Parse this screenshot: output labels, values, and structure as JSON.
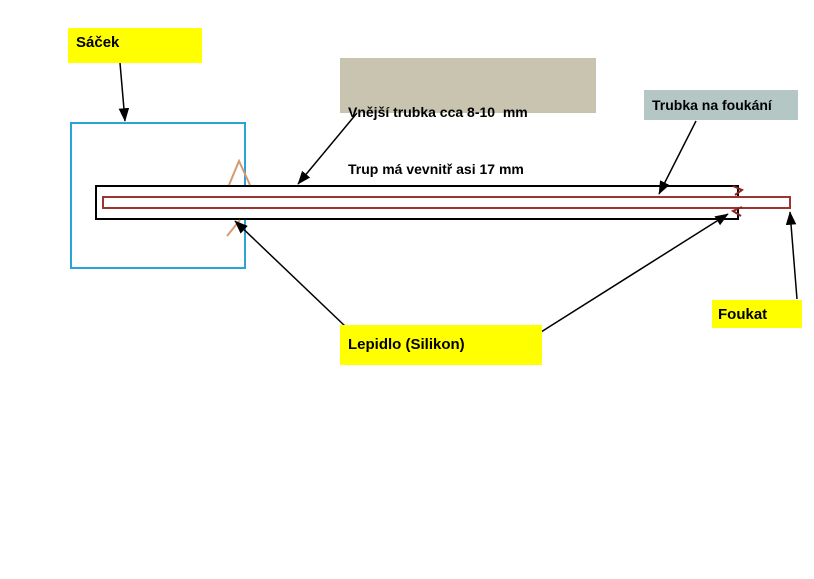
{
  "diagram": {
    "annotations": {
      "bag_label": "Sáček",
      "outer_tube_label_line1": "Vnější trubka cca 8-10  mm",
      "outer_tube_label_line2": "Trup má vevnitř asi 17 mm",
      "blow_tube_label": "Trubka na foukání",
      "glue_label": "Lepidlo (Silikon)",
      "blow_label": "Foukat"
    },
    "colors": {
      "label_yellow": "#ffff00",
      "label_taupe": "#c8c4b0",
      "label_teal_gray": "#b4c7c4",
      "bag_blue": "#2aa3d7",
      "outer_tube_outline": "#000000",
      "inner_tube_red": "#9c3434",
      "glue_tan": "#d59a72",
      "glue_end_red": "#8b2424",
      "arrow_black": "#000000"
    }
  }
}
